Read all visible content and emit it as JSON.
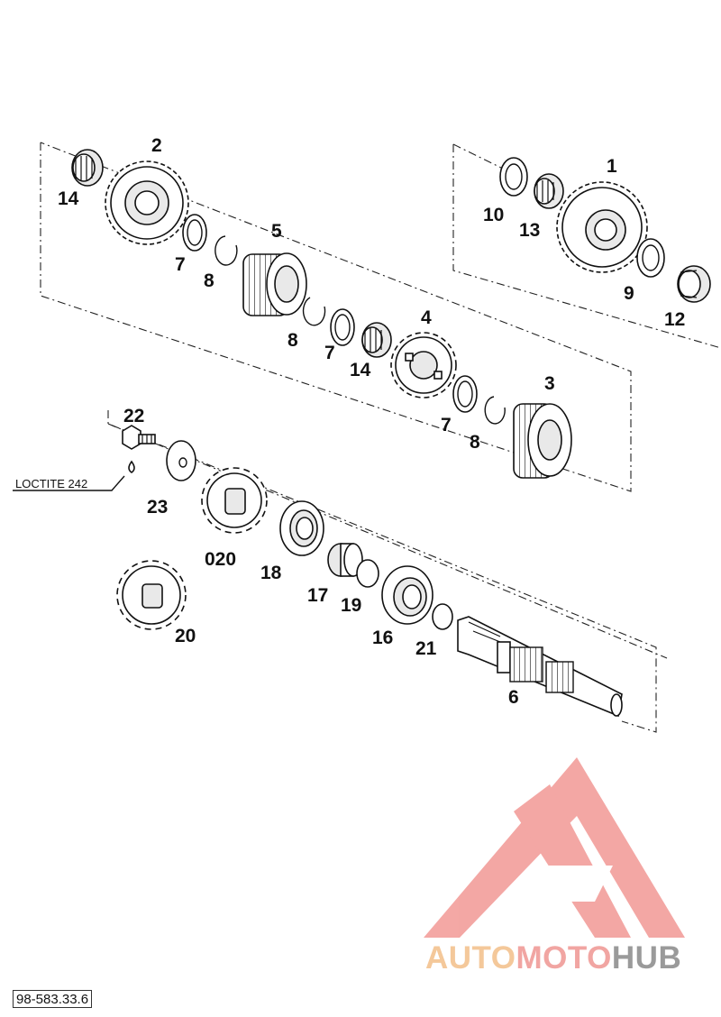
{
  "diagram": {
    "part_labels": {
      "p1": "1",
      "p2": "2",
      "p3": "3",
      "p4": "4",
      "p5": "5",
      "p6": "6",
      "p7a": "7",
      "p7b": "7",
      "p7c": "7",
      "p8a": "8",
      "p8b": "8",
      "p8c": "8",
      "p9": "9",
      "p10": "10",
      "p12": "12",
      "p13": "13",
      "p14a": "14",
      "p14b": "14",
      "p16": "16",
      "p17": "17",
      "p18": "18",
      "p19": "19",
      "p20": "20",
      "p020": "020",
      "p21": "21",
      "p22": "22",
      "p23": "23"
    },
    "loctite_note": "LOCTITE 242",
    "reference_code": "98-583.33.6"
  },
  "watermark": {
    "brand_part1": "AUTO",
    "brand_part2": "MOTO",
    "brand_part3": "HUB",
    "colors": {
      "triangle": "#f3a3a0",
      "auto": "#f4c89a",
      "moto": "#f1a5a2",
      "hub": "#9a9a9a"
    }
  }
}
